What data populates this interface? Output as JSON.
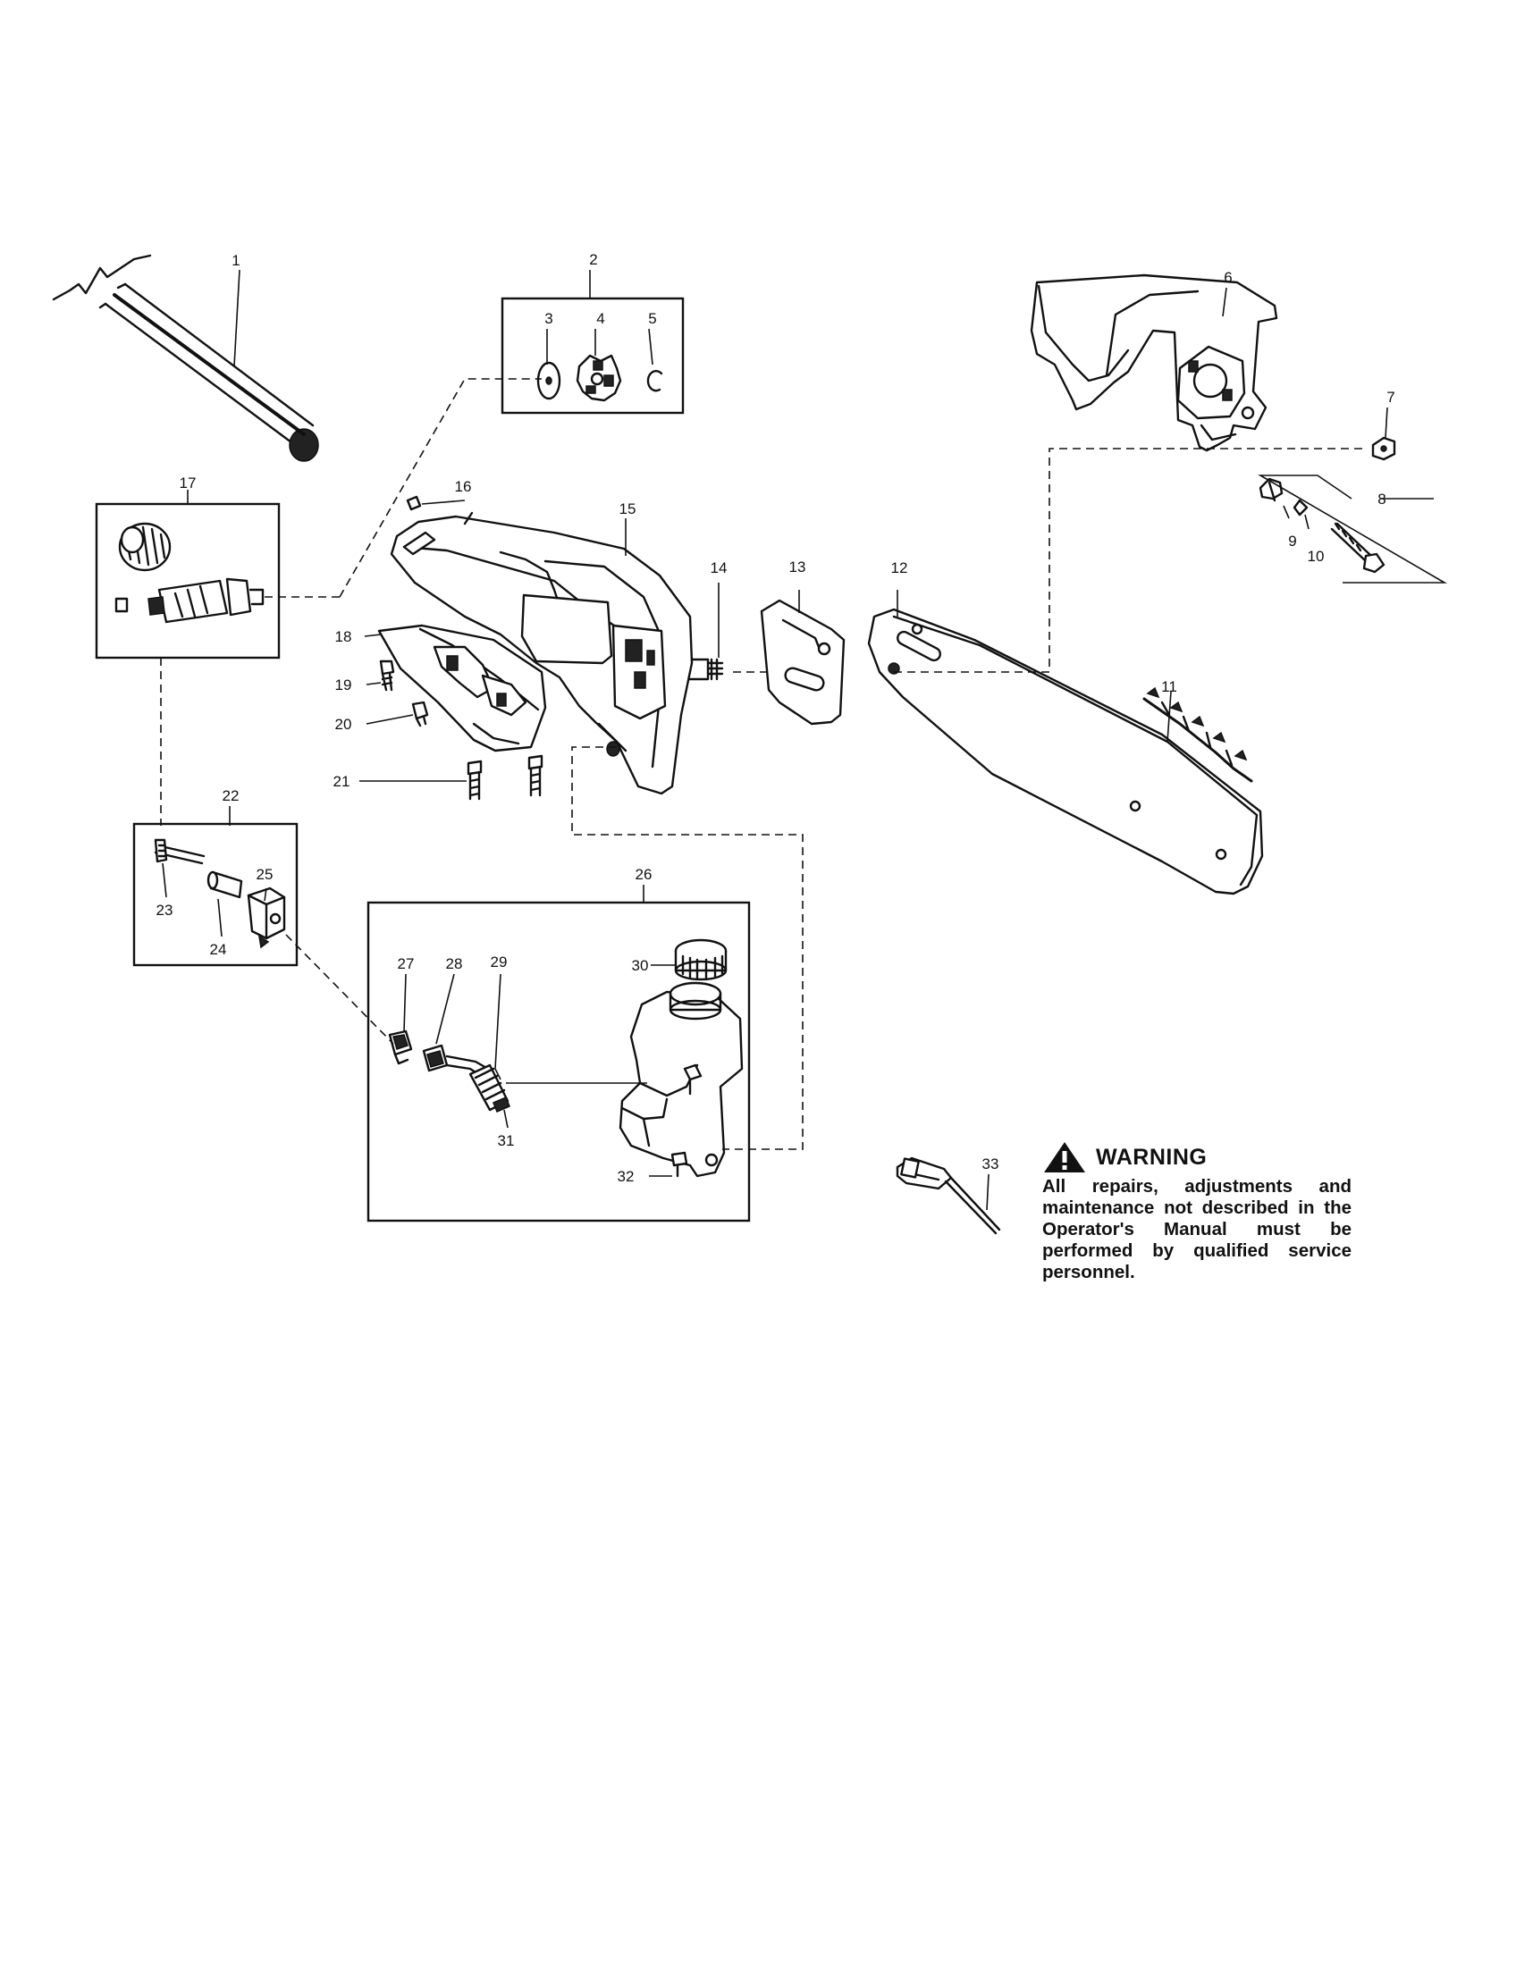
{
  "callouts": [
    "1",
    "2",
    "3",
    "4",
    "5",
    "6",
    "7",
    "8",
    "9",
    "10",
    "11",
    "12",
    "13",
    "14",
    "15",
    "16",
    "17",
    "18",
    "19",
    "20",
    "21",
    "22",
    "23",
    "24",
    "25",
    "26",
    "27",
    "28",
    "29",
    "30",
    "31",
    "32",
    "33"
  ],
  "warning": {
    "title": "WARNING",
    "icon": "warning-triangle-icon",
    "text": "All repairs, adjustments and maintenance not described in the Operator's Manual must be performed by qualified service personnel."
  }
}
